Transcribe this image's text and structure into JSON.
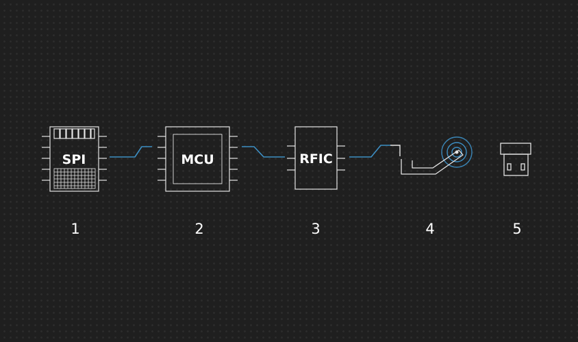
{
  "chips": {
    "spi": "SPI",
    "mcu": "MCU",
    "rfic": "RFIC"
  },
  "steps": [
    "1",
    "2",
    "3",
    "4",
    "5"
  ],
  "colors": {
    "background": "#1f1f1f",
    "outline": "#e6e6e6",
    "signal": "#3d8fc4"
  }
}
